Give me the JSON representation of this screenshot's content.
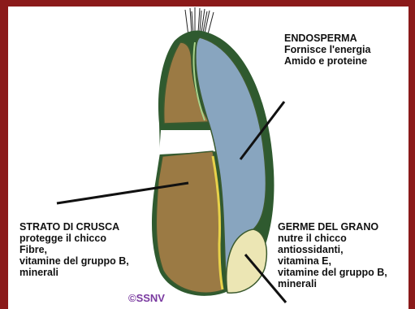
{
  "colors": {
    "border": "#8b1a1a",
    "bran": "#9b7a44",
    "endosperm": "#88a5bf",
    "germ": "#ece6b4",
    "coat": "#2f5a2f",
    "coat_light": "#a9d28a",
    "aleurone": "#e8d24a",
    "copyright": "#7a3aa0"
  },
  "labels": {
    "endosperma": {
      "title": "ENDOSPERMA",
      "line1": "Fornisce l'energia",
      "line2": "Amido e proteine"
    },
    "crusca": {
      "title": "STRATO DI CRUSCA",
      "line1": "protegge il chicco",
      "line2": "Fibre,",
      "line3": "vitamine del gruppo B,",
      "line4": "minerali"
    },
    "germe": {
      "title": "GERME DEL GRANO",
      "line1": "nutre il chicco",
      "line2": "antiossidanti,",
      "line3": "vitamina E,",
      "line4": "vitamine del gruppo B,",
      "line5": "minerali"
    }
  },
  "copyright": "©SSNV"
}
